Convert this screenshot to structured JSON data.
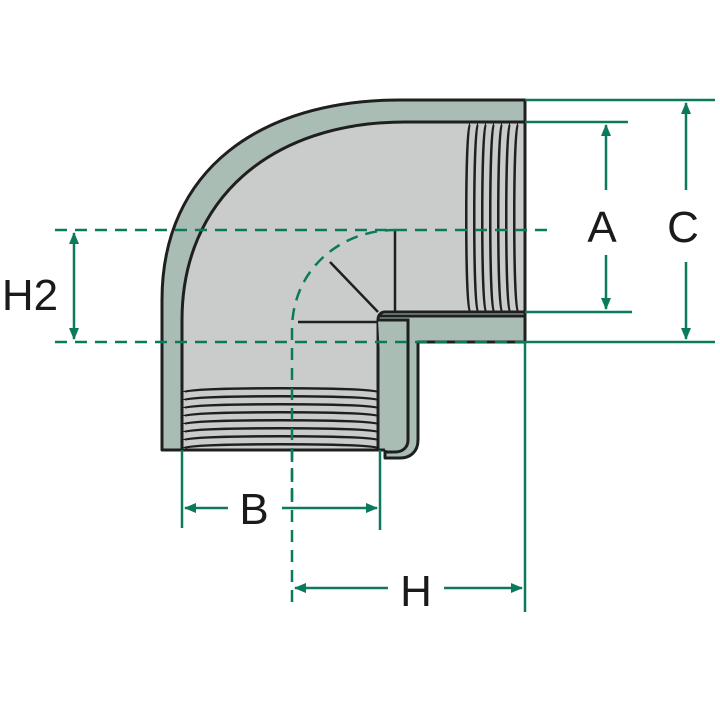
{
  "diagram": {
    "labels": {
      "a": "A",
      "b": "B",
      "c": "C",
      "h": "H",
      "h2": "H2"
    }
  },
  "colors": {
    "body_fill": "#c9ccca",
    "wall_fill": "#a9bdb4",
    "outline": "#1f1f1f",
    "dimension": "#0b7a5c",
    "label": "#1a1a1a"
  }
}
